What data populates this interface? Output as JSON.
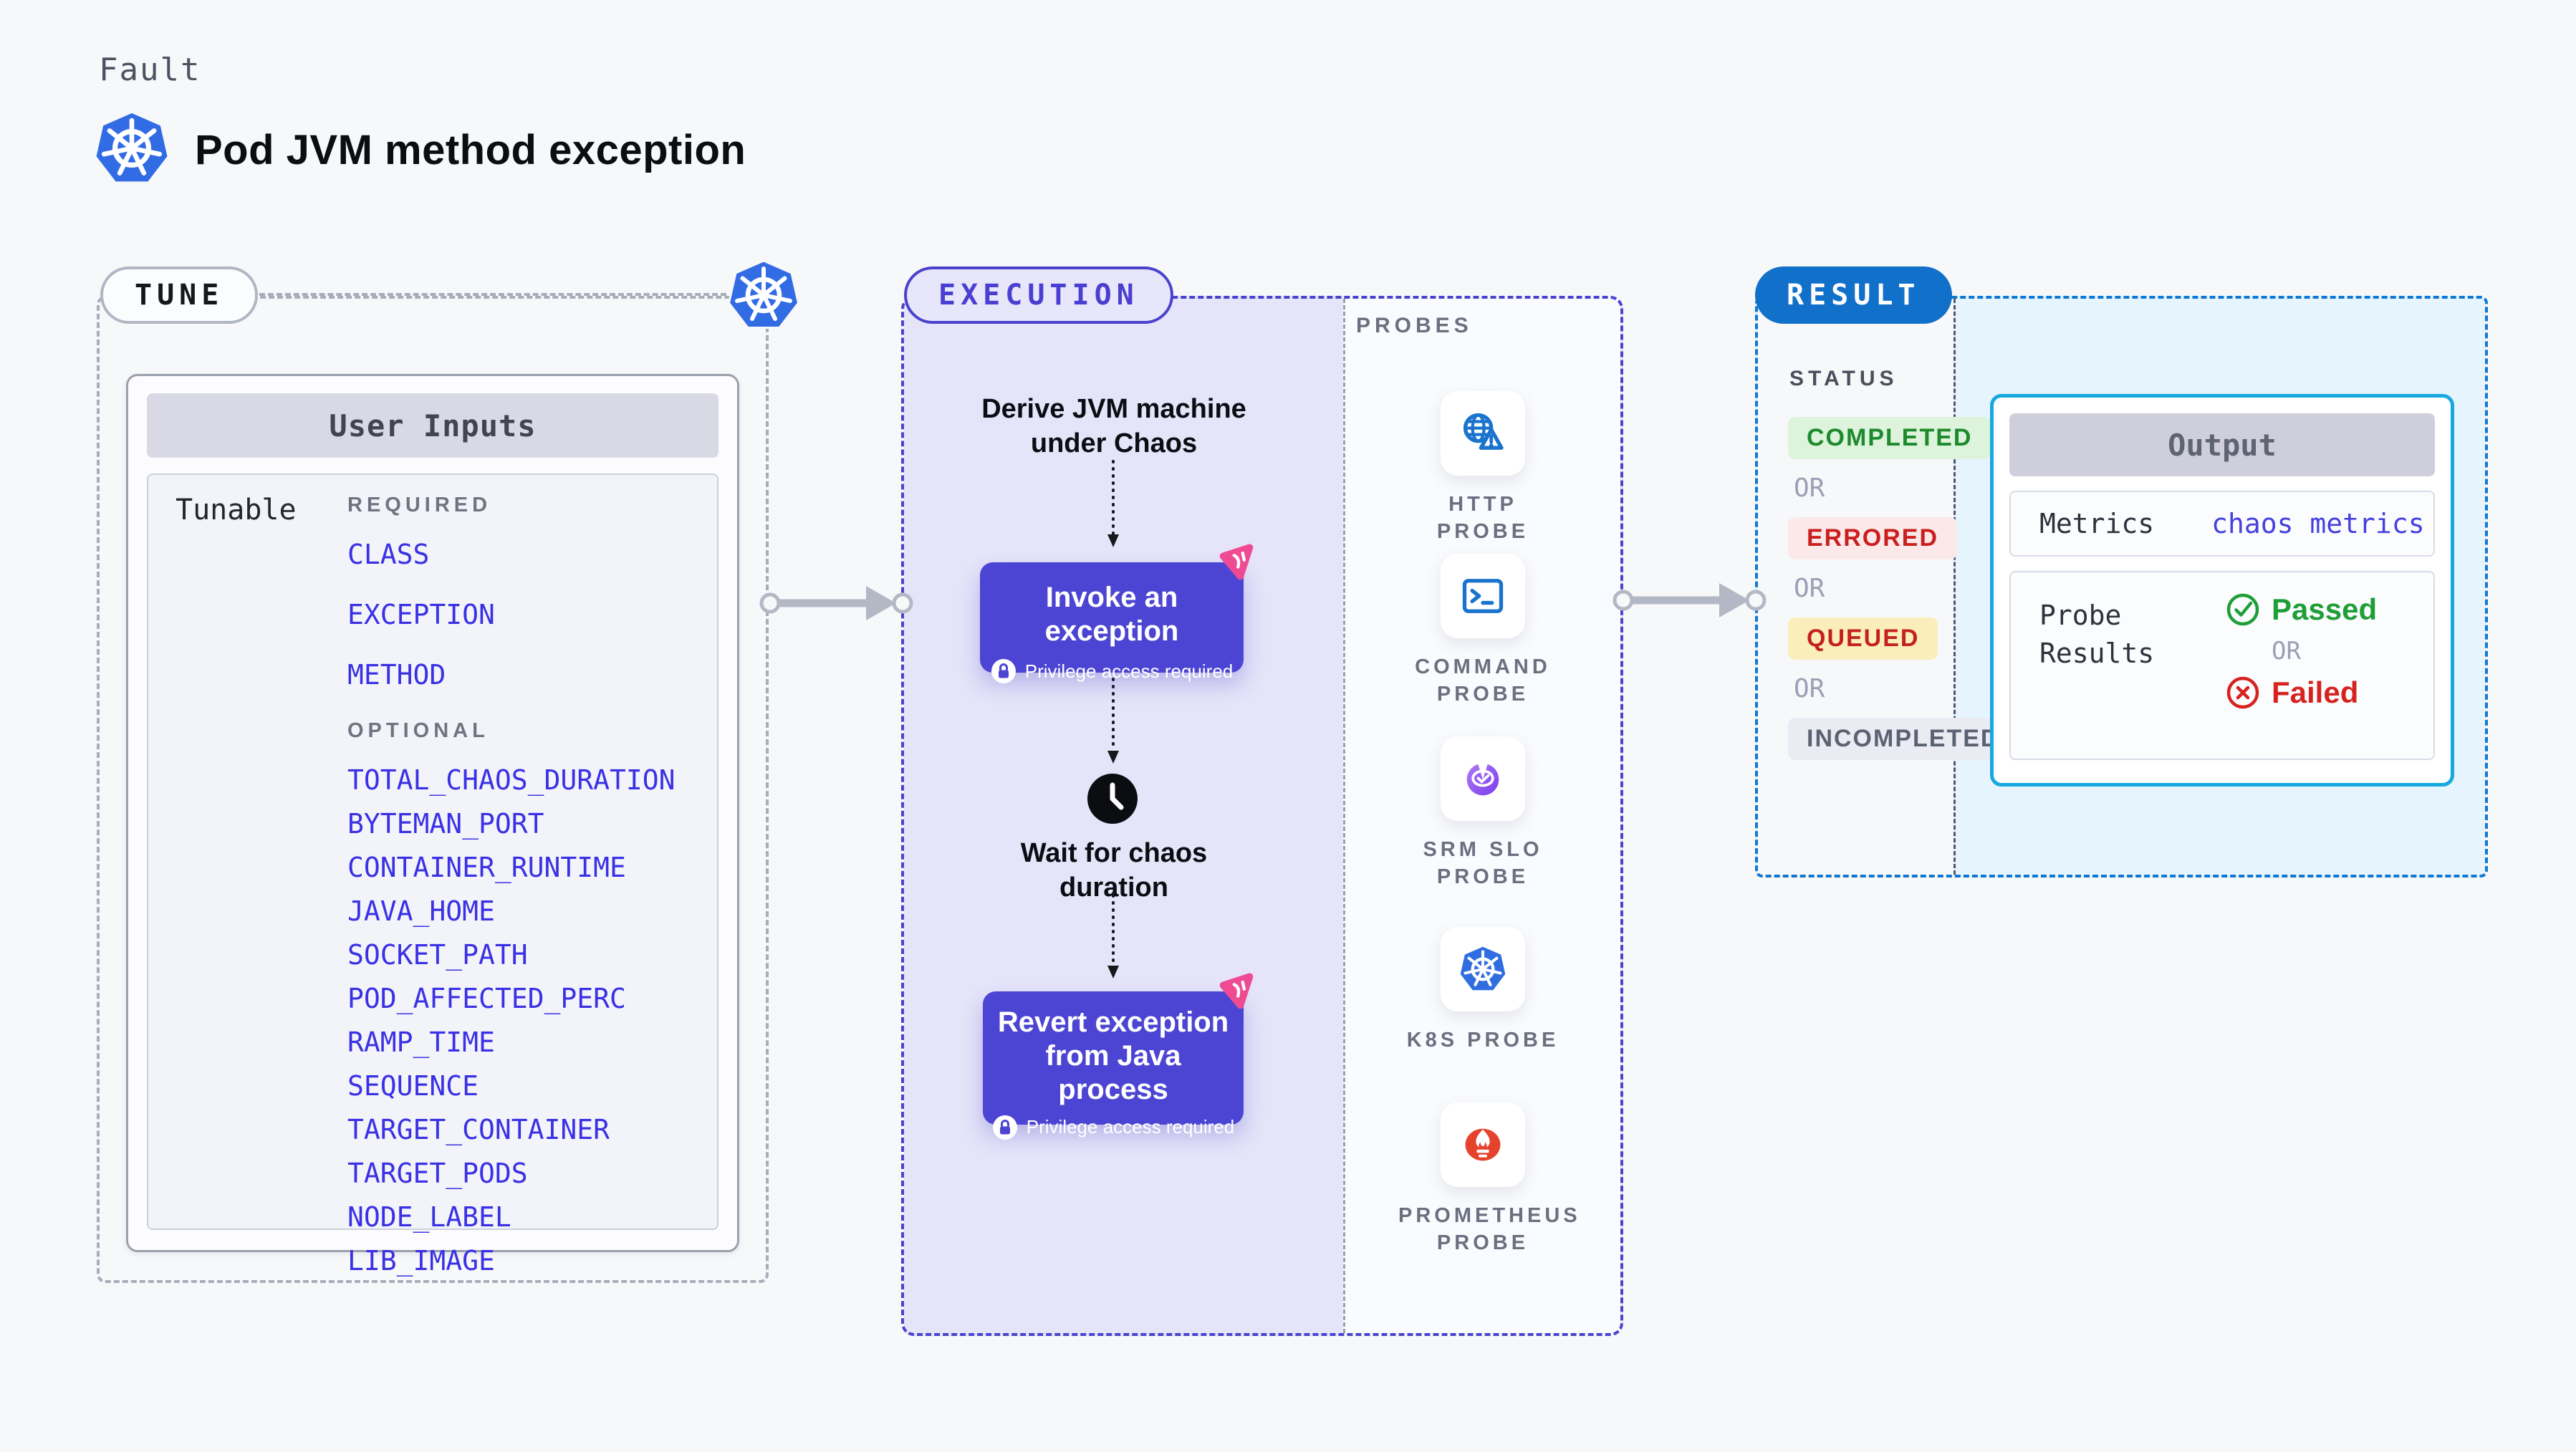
{
  "header": {
    "kicker": "Fault",
    "title": "Pod JVM method exception"
  },
  "tune": {
    "pill": "TUNE",
    "card_title": "User Inputs",
    "row_label": "Tunable",
    "required_label": "REQUIRED",
    "optional_label": "OPTIONAL",
    "required_items": [
      "CLASS",
      "EXCEPTION",
      "METHOD"
    ],
    "optional_items": [
      "TOTAL_CHAOS_DURATION",
      "BYTEMAN_PORT",
      "CONTAINER_RUNTIME",
      "JAVA_HOME",
      "SOCKET_PATH",
      "POD_AFFECTED_PERC",
      "RAMP_TIME",
      "SEQUENCE",
      "TARGET_CONTAINER",
      "TARGET_PODS",
      "NODE_LABEL",
      "LIB_IMAGE"
    ]
  },
  "execution": {
    "pill": "EXECUTION",
    "derive_line1": "Derive JVM machine",
    "derive_line2": "under Chaos",
    "invoke_title": "Invoke an exception",
    "privilege_note": "Privilege access required",
    "wait_line1": "Wait for chaos",
    "wait_line2": "duration",
    "revert_line1": "Revert exception",
    "revert_line2": "from Java process"
  },
  "probes": {
    "label": "PROBES",
    "items": [
      {
        "label": "HTTP PROBE",
        "icon": "globe-alert-icon"
      },
      {
        "label": "COMMAND PROBE",
        "icon": "terminal-icon"
      },
      {
        "label": "SRM SLO PROBE",
        "icon": "slo-gauge-icon"
      },
      {
        "label": "K8S PROBE",
        "icon": "kubernetes-icon"
      },
      {
        "label": "PROMETHEUS PROBE",
        "icon": "prometheus-icon"
      }
    ]
  },
  "result": {
    "pill": "RESULT",
    "status_label": "STATUS",
    "or_label": "OR",
    "badges": [
      {
        "label": "COMPLETED",
        "fg": "#1d8a2d",
        "bg": "#ddf3dc"
      },
      {
        "label": "ERRORED",
        "fg": "#cb1f1f",
        "bg": "#fbe9e9"
      },
      {
        "label": "QUEUED",
        "fg": "#c42020",
        "bg": "#faeebc"
      },
      {
        "label": "INCOMPLETED",
        "fg": "#5c6273",
        "bg": "#ebecf3"
      }
    ],
    "output": {
      "title": "Output",
      "metrics_label": "Metrics",
      "metrics_value": "chaos metrics",
      "probe_results_line1": "Probe",
      "probe_results_line2": "Results",
      "passed": "Passed",
      "or": "OR",
      "failed": "Failed"
    }
  },
  "colors": {
    "page_bg": "#f7f8fa",
    "indigo_accent": "#4a42cc",
    "indigo_button": "#4c45d3",
    "purple_zone_bg": "#e5e4f9",
    "tune_border": "#a7adb9",
    "result_border": "#1178d2",
    "result_pill_bg": "#1070ca",
    "result_right_bg": "#e6f5fd",
    "output_border": "#18a8e0",
    "tunable_link": "#3a31e4",
    "kubernetes_blue": "#326ce5",
    "probe_icon_blue": "#1a73cc",
    "chaos_pink": "#ef4b92",
    "passed_green": "#1f9e38",
    "failed_red": "#d6231f",
    "prometheus_orange": "#e6432d"
  }
}
